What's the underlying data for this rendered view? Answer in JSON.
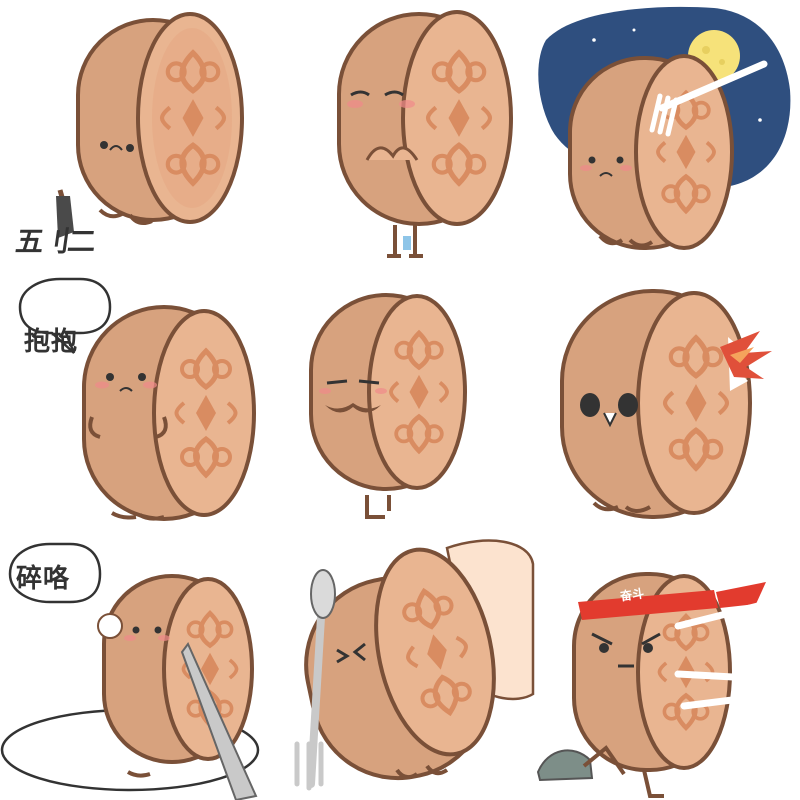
{
  "palette": {
    "cake_body": "#D7A27E",
    "cake_face": "#E9B591",
    "cake_pattern": "#D98C61",
    "outline": "#7A5038",
    "night_sky": "#2F4F7F",
    "moon": "#F6E27A",
    "ribbon": "#E23B2E",
    "fire": "#E0503A"
  },
  "stickers": [
    {
      "name": "mooncake-with-axe",
      "caption": "五刂二"
    },
    {
      "name": "mooncake-shy-clasped-hands",
      "caption": ""
    },
    {
      "name": "mooncake-forked-under-moon",
      "caption": ""
    },
    {
      "name": "mooncake-hug-request",
      "caption": "抱抱"
    },
    {
      "name": "mooncake-mustache",
      "caption": ""
    },
    {
      "name": "mooncake-bitten-burning",
      "caption": ""
    },
    {
      "name": "mooncake-being-cut",
      "caption": "碎咯"
    },
    {
      "name": "mooncake-held-with-fork",
      "caption": ""
    },
    {
      "name": "mooncake-fighting-headband",
      "caption": "奋斗"
    }
  ]
}
